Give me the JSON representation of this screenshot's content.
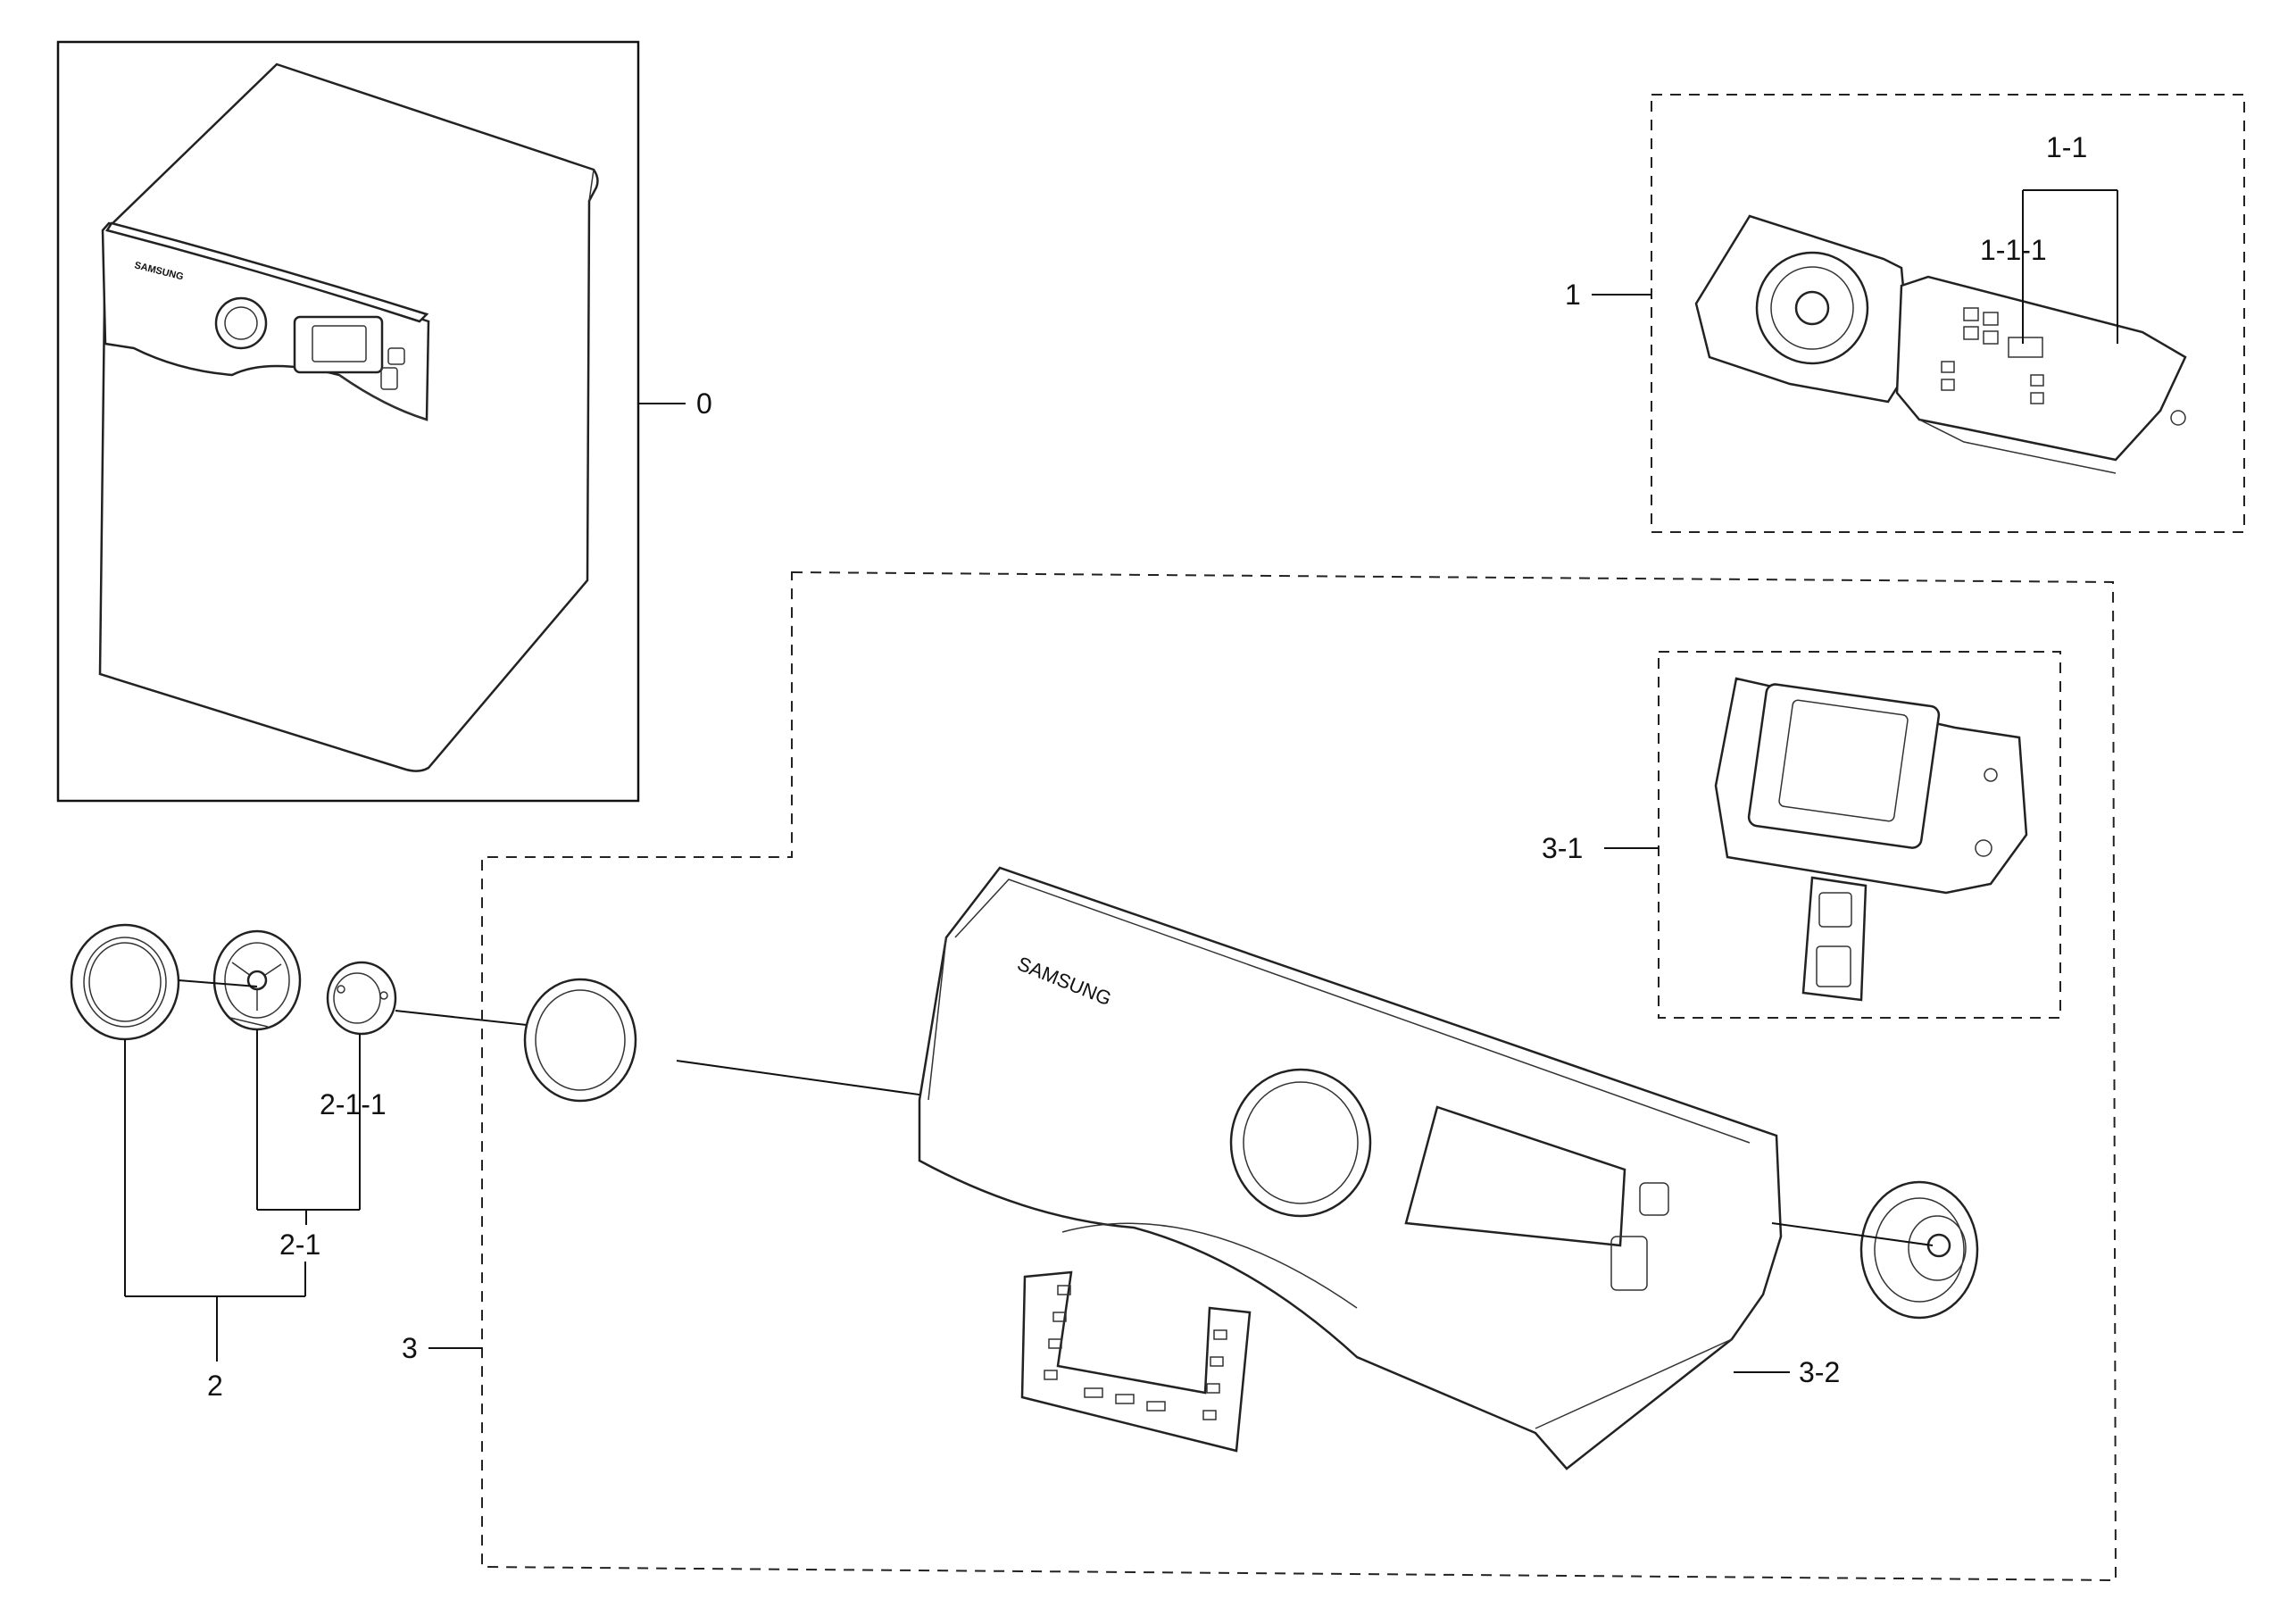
{
  "labels": {
    "l0": "0",
    "l1": "1",
    "l1_1": "1-1",
    "l1_1_1": "1-1-1",
    "l2": "2",
    "l2_1": "2-1",
    "l2_1_1": "2-1-1",
    "l3": "3",
    "l3_1": "3-1",
    "l3_2": "3-2"
  },
  "brand": {
    "panel_logo": "SAMSUNG",
    "washer_logo": "SAMSUNG"
  }
}
